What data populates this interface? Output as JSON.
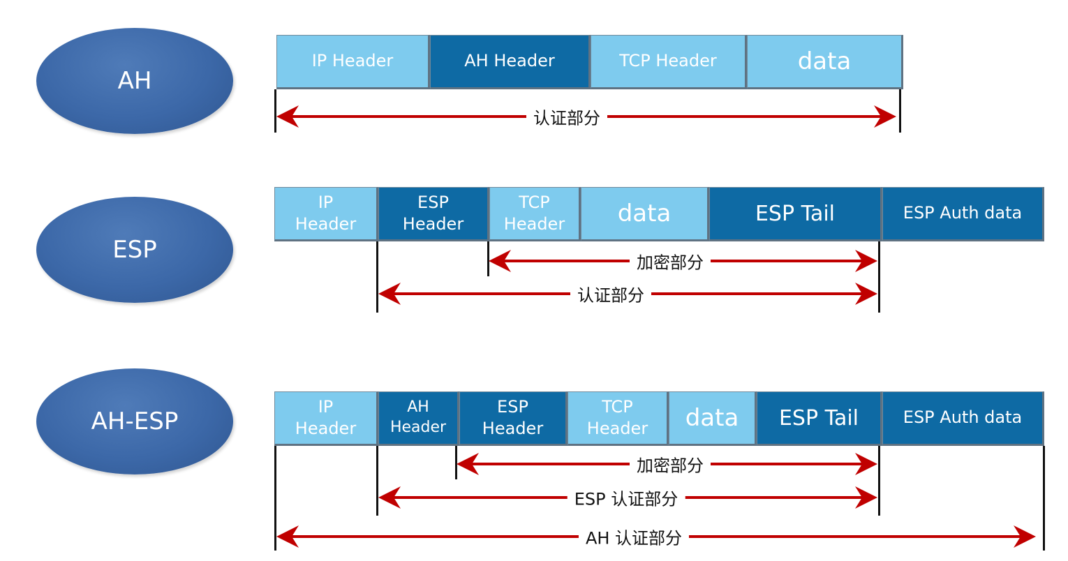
{
  "rows": {
    "ah": {
      "label": "AH",
      "cells": [
        "IP Header",
        "AH Header",
        "TCP Header",
        "data"
      ],
      "arrows": [
        "认证部分"
      ]
    },
    "esp": {
      "label": "ESP",
      "cells": [
        "IP\nHeader",
        "ESP\nHeader",
        "TCP\nHeader",
        "data",
        "ESP Tail",
        "ESP Auth data"
      ],
      "arrows": [
        "加密部分",
        "认证部分"
      ]
    },
    "ahesp": {
      "label": "AH-ESP",
      "cells": [
        "IP\nHeader",
        "AH\nHeader",
        "ESP\nHeader",
        "TCP\nHeader",
        "data",
        "ESP Tail",
        "ESP Auth data"
      ],
      "arrows": [
        "加密部分",
        "ESP 认证部分",
        "AH 认证部分"
      ]
    }
  },
  "colors": {
    "oval": "#3c68a8",
    "cell_light": "#7ecbee",
    "cell_dark": "#0e6aa4",
    "arrow": "#c00000"
  }
}
